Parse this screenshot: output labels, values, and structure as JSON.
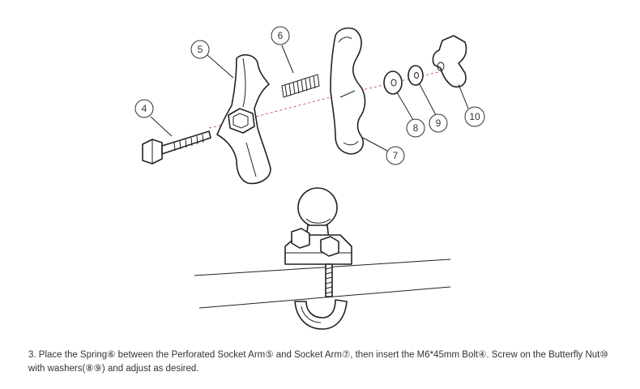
{
  "callouts": [
    {
      "id": "4",
      "label": "4"
    },
    {
      "id": "5",
      "label": "5"
    },
    {
      "id": "6",
      "label": "6"
    },
    {
      "id": "7",
      "label": "7"
    },
    {
      "id": "8",
      "label": "8"
    },
    {
      "id": "9",
      "label": "9"
    },
    {
      "id": "10",
      "label": "10"
    }
  ],
  "instructions": {
    "text": "3. Place the Spring⑥ between the Perforated Socket Arm⑤ and Socket Arm⑦, then insert the M6*45mm Bolt④. Screw on the Butterfly Nut⑩ with washers(⑧⑨) and adjust as desired."
  }
}
